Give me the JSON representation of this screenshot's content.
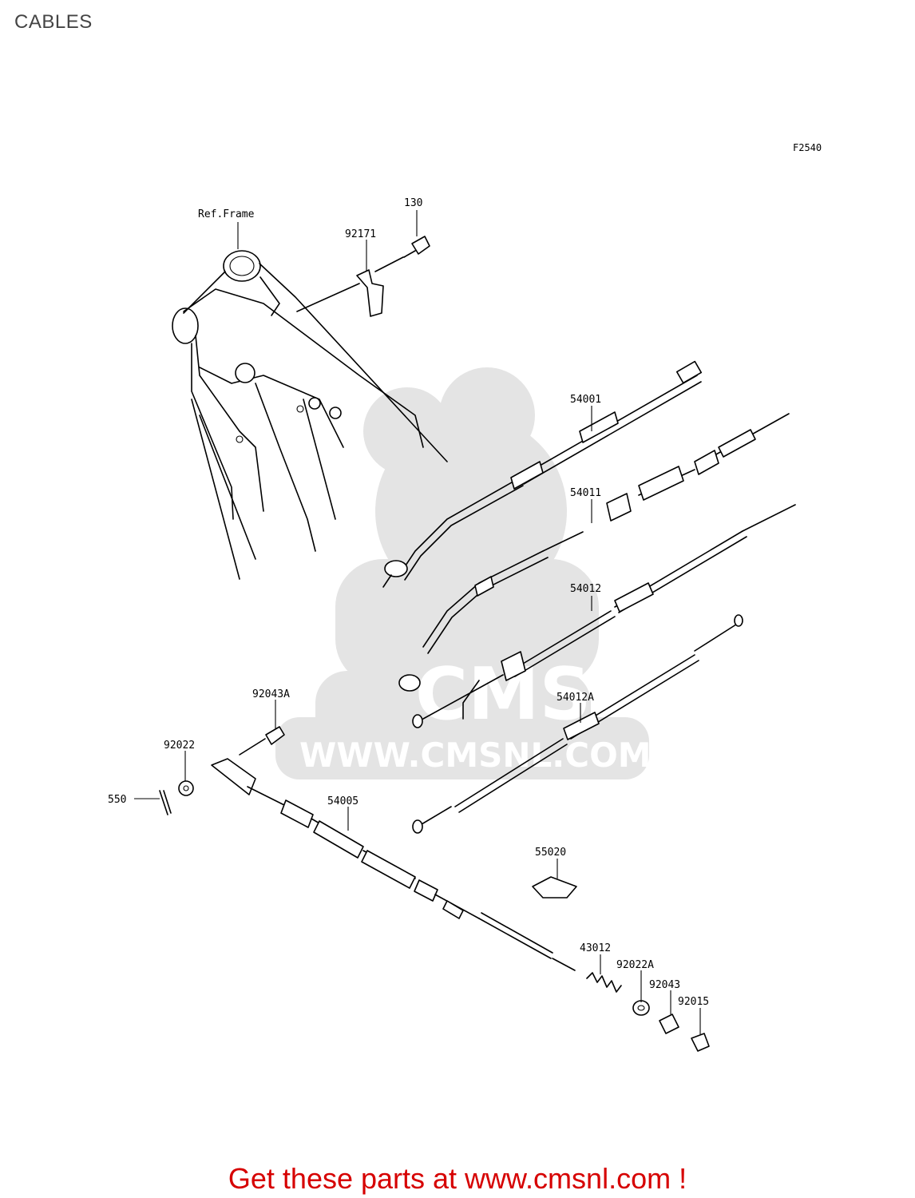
{
  "title": "CABLES",
  "figure_code": "F2540",
  "watermark": {
    "text": "WWW.CMSNL.COM",
    "logo_text": "CMS"
  },
  "promo": "Get these parts at www.cmsnl.com !",
  "colors": {
    "title": "#444444",
    "promo": "#d60000",
    "watermark": "#e4e4e4"
  },
  "callouts": {
    "ref_frame": "Ref.Frame",
    "p130": "130",
    "p92171": "92171",
    "p54001": "54001",
    "p54011": "54011",
    "p54012": "54012",
    "p54012a": "54012A",
    "p92043a": "92043A",
    "p92022": "92022",
    "p550": "550",
    "p54005": "54005",
    "p55020": "55020",
    "p43012": "43012",
    "p92022a": "92022A",
    "p92043": "92043",
    "p92015": "92015"
  }
}
